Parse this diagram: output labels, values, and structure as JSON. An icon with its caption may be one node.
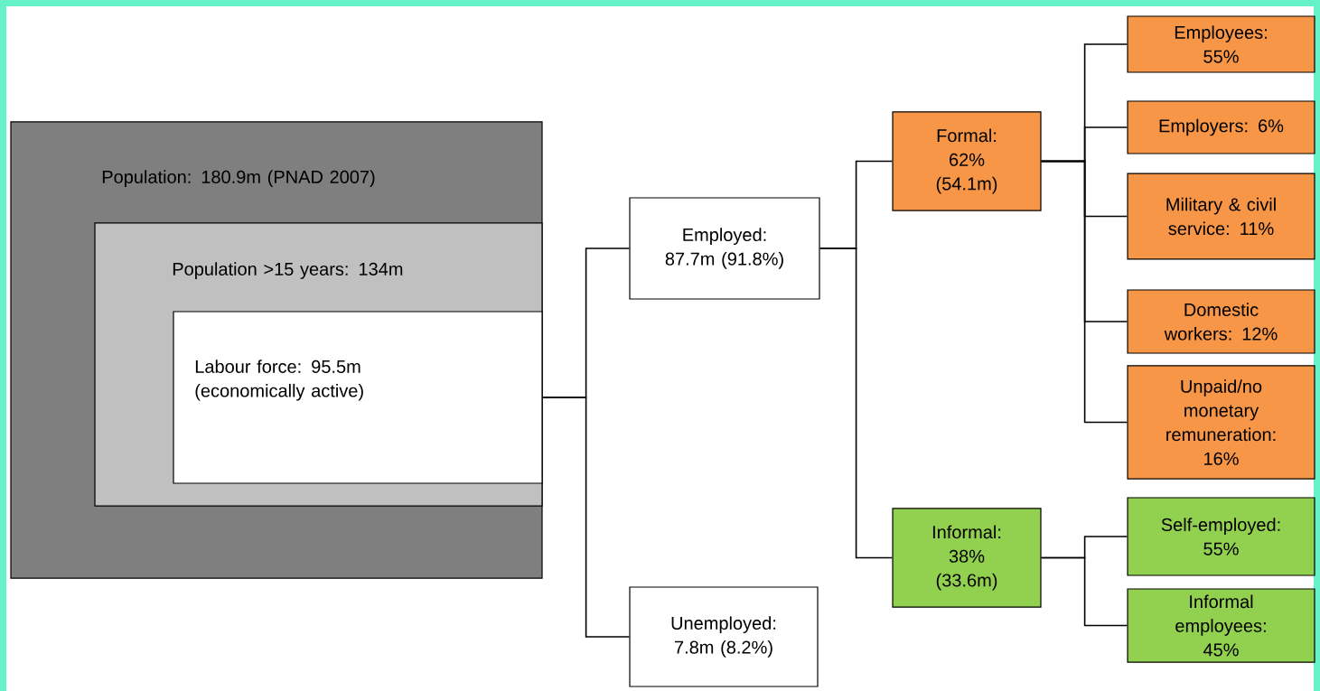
{
  "diagram": {
    "nodes": [
      {
        "text": [
          "Population: 180.9m (PNAD 2007)"
        ]
      },
      {
        "text": [
          "Population >15 years: 134m"
        ],
        "in": 0
      },
      {
        "text": [
          "Labour force: 95.5m (economically active)"
        ],
        "in": 1
      },
      {
        "text": [
          "Employed: 87.7m (91.8%)"
        ]
      },
      {
        "text": [
          "Unemployed: 7.8m (8.2%)"
        ]
      },
      {
        "text": [
          "Formal: 62% (54.1m)"
        ]
      },
      {
        "text": [
          "Informal: 38% (33.6m)"
        ]
      },
      {
        "text": [
          "Employees: 55%"
        ]
      },
      {
        "text": [
          "Employers: 6%"
        ]
      },
      {
        "text": [
          "Military & civil service: 11%"
        ]
      },
      {
        "text": [
          "Domestic workers: 12%"
        ]
      },
      {
        "text": [
          "Unpaid/no monetary remuneration: 16%"
        ]
      },
      {
        "text": [
          "Self-employed: 55%"
        ]
      },
      {
        "text": [
          "Informal employees: 45%"
        ]
      }
    ],
    "edges": [
      {
        "from": 2,
        "to": 3,
        "arrow": "none"
      },
      {
        "from": 2,
        "to": 4,
        "arrow": "none"
      },
      {
        "from": 3,
        "to": 5,
        "arrow": "none"
      },
      {
        "from": 3,
        "to": 6,
        "arrow": "none"
      },
      {
        "from": 5,
        "to": 7,
        "arrow": "none"
      },
      {
        "from": 5,
        "to": 8,
        "arrow": "none"
      },
      {
        "from": 5,
        "to": 9,
        "arrow": "none"
      },
      {
        "from": 5,
        "to": 10,
        "arrow": "none"
      },
      {
        "from": 5,
        "to": 11,
        "arrow": "none"
      },
      {
        "from": 6,
        "to": 12,
        "arrow": "none"
      },
      {
        "from": 6,
        "to": 13,
        "arrow": "none"
      }
    ]
  }
}
